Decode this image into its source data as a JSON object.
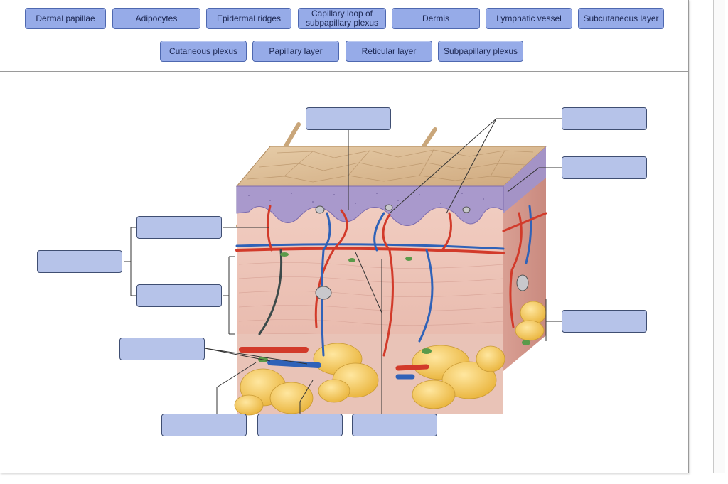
{
  "label_bank": {
    "items": [
      {
        "label": "Dermal papillae"
      },
      {
        "label": "Adipocytes"
      },
      {
        "label": "Epidermal ridges"
      },
      {
        "label": "Capillary loop of\nsubpapillary plexus"
      },
      {
        "label": "Dermis"
      },
      {
        "label": "Lymphatic vessel"
      },
      {
        "label": "Subcutaneous layer"
      },
      {
        "label": "Cutaneous plexus"
      },
      {
        "label": "Papillary layer"
      },
      {
        "label": "Reticular layer"
      },
      {
        "label": "Subpapillary plexus"
      }
    ]
  },
  "colors": {
    "chip_fill": "#96abe8",
    "chip_border": "#4e68b0",
    "slot_fill": "#b6c3e9",
    "epidermis": "#a99ac8",
    "dermis": "#ebc2b6",
    "fat": "#f0c24e",
    "artery": "#d23a2a",
    "vein": "#2f62b8",
    "lymph": "#5a9a4a"
  }
}
